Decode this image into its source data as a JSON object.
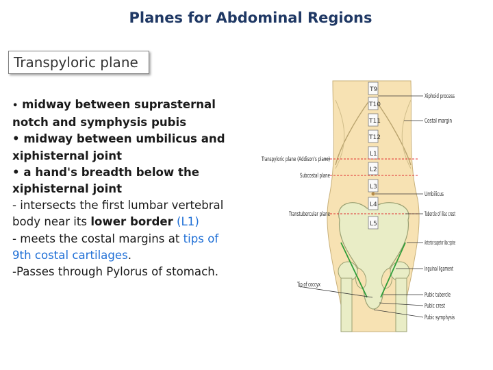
{
  "slide": {
    "title": "Planes for Abdominal Regions",
    "subheading": "Transpyloric plane"
  },
  "body": {
    "bullet_small": "•",
    "line1": " midway between suprasternal",
    "line2": "notch and  symphysis pubis",
    "line3": "•  midway between umbilicus and",
    "line4": "xiphisternal joint",
    "line5": "• a hand's breadth below the",
    "line6": "xiphisternal joint",
    "line7": " - intersects the first lumbar vertebral",
    "line8a": "body near its ",
    "line8b": "lower border",
    "line8c": " ",
    "line8d": "(L1)",
    "line9a": "- meets the costal margins at  ",
    "line9b": "tips of",
    "line10a": "9th costal cartilages",
    "line10b": ".",
    "line11": "-Passes through Pylorus of stomach."
  },
  "figure": {
    "vertebra_labels": [
      "T9",
      "T10",
      "T11",
      "T12",
      "L1",
      "L2",
      "L3",
      "L4",
      "L5"
    ],
    "left_labels": {
      "transpyloric": "Transpyloric plane (Addison's plane)",
      "subcostal": "Subcostal plane",
      "transtubercular": "Transtubercular plane",
      "coccyx": "Tip of coccyx"
    },
    "right_labels": {
      "xiphoid": "Xiphoid process",
      "costal": "Costal margin",
      "umbilicus": "Umbilicus",
      "tubercle": "Tubercle of iliac crest",
      "asis": "Anterior superior iliac spine",
      "inguinal": "Inguinal ligament",
      "pubic_tubercle": "Pubic tubercle",
      "pubic_crest": "Pubic crest",
      "pubic_symphysis": "Pubic symphysis"
    },
    "colors": {
      "skin": "#f7e2b3",
      "bone": "#e9edc6",
      "plane_line": "#e03030",
      "ligament": "#2f9e3a"
    }
  }
}
